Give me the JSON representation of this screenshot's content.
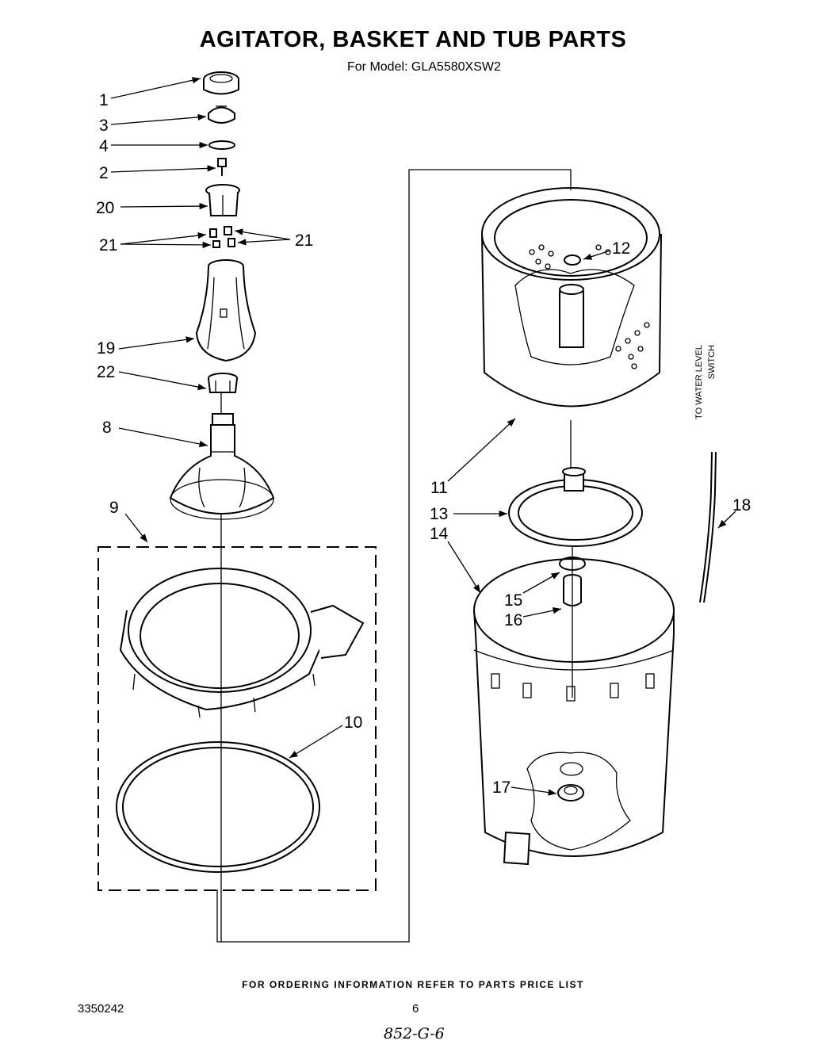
{
  "title": "AGITATOR, BASKET AND TUB PARTS",
  "model_line": "For Model: GLA5580XSW2",
  "side_label": {
    "line1": "TO WATER LEVEL",
    "line2": "SWITCH"
  },
  "footer": "FOR ORDERING INFORMATION REFER TO PARTS PRICE LIST",
  "doc_number": "3350242",
  "page_number": "6",
  "handwritten_note": "852-G-6",
  "callouts": {
    "c1": "1",
    "c3": "3",
    "c4": "4",
    "c2": "2",
    "c20": "20",
    "c21a": "21",
    "c21b": "21",
    "c19": "19",
    "c22": "22",
    "c8": "8",
    "c9": "9",
    "c10": "10",
    "c11": "11",
    "c12": "12",
    "c13": "13",
    "c14": "14",
    "c15": "15",
    "c16": "16",
    "c17": "17",
    "c18": "18"
  }
}
